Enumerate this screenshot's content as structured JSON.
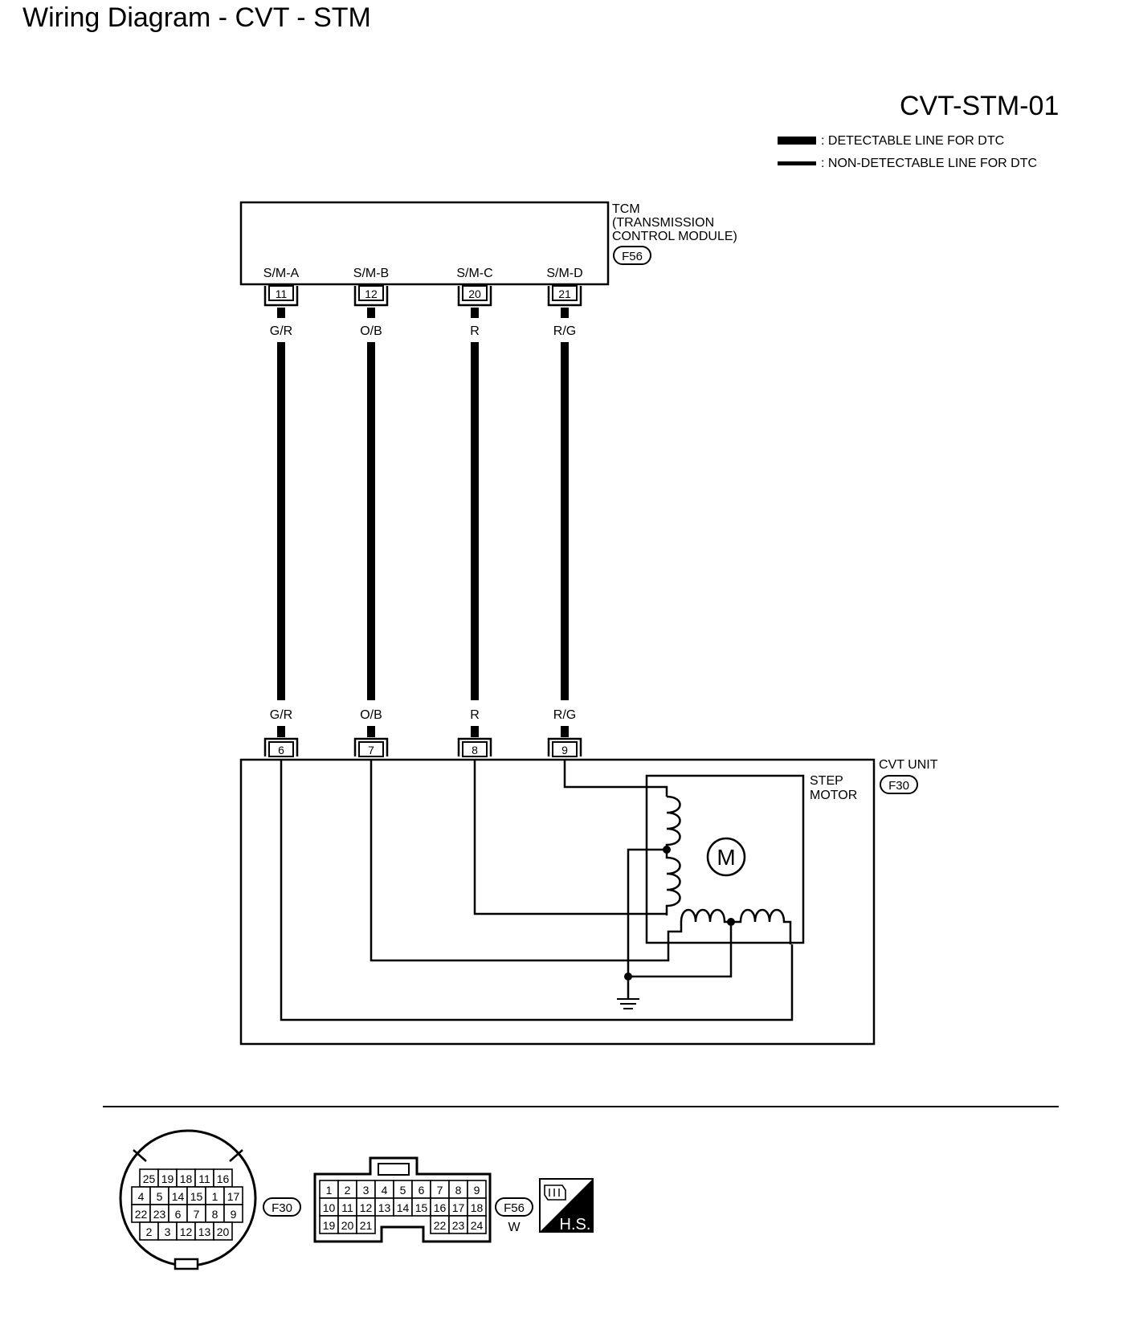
{
  "page_title": "Wiring Diagram - CVT - STM",
  "diagram_id": "CVT-STM-01",
  "legend": {
    "detectable": ": DETECTABLE LINE FOR DTC",
    "non_detectable": ": NON-DETECTABLE LINE FOR DTC"
  },
  "tcm": {
    "line1": "TCM",
    "line2": "(TRANSMISSION",
    "line3": "CONTROL MODULE)",
    "connector": "F56",
    "pins": [
      {
        "label": "S/M-A",
        "pin": "11",
        "wire": "G/R"
      },
      {
        "label": "S/M-B",
        "pin": "12",
        "wire": "O/B"
      },
      {
        "label": "S/M-C",
        "pin": "20",
        "wire": "R"
      },
      {
        "label": "S/M-D",
        "pin": "21",
        "wire": "R/G"
      }
    ]
  },
  "cvt_unit": {
    "label": "CVT UNIT",
    "connector": "F30",
    "pins": [
      {
        "pin": "6",
        "wire": "G/R"
      },
      {
        "pin": "7",
        "wire": "O/B"
      },
      {
        "pin": "8",
        "wire": "R"
      },
      {
        "pin": "9",
        "wire": "R/G"
      }
    ],
    "step_motor_line1": "STEP",
    "step_motor_line2": "MOTOR",
    "motor_symbol": "M"
  },
  "connector_views": {
    "f30": {
      "name": "F30",
      "rows": [
        [
          "25",
          "19",
          "18",
          "11",
          "16"
        ],
        [
          "4",
          "5",
          "14",
          "15",
          "1",
          "17"
        ],
        [
          "22",
          "23",
          "6",
          "7",
          "8",
          "9"
        ],
        [
          "2",
          "3",
          "12",
          "13",
          "20"
        ]
      ]
    },
    "f56": {
      "name": "F56",
      "color": "W",
      "rows": [
        [
          "1",
          "2",
          "3",
          "4",
          "5",
          "6",
          "7",
          "8",
          "9"
        ],
        [
          "10",
          "11",
          "12",
          "13",
          "14",
          "15",
          "16",
          "17",
          "18"
        ],
        [
          "19",
          "20",
          "21",
          "",
          "",
          "",
          "22",
          "23",
          "24"
        ]
      ]
    },
    "hs_label": "H.S."
  }
}
